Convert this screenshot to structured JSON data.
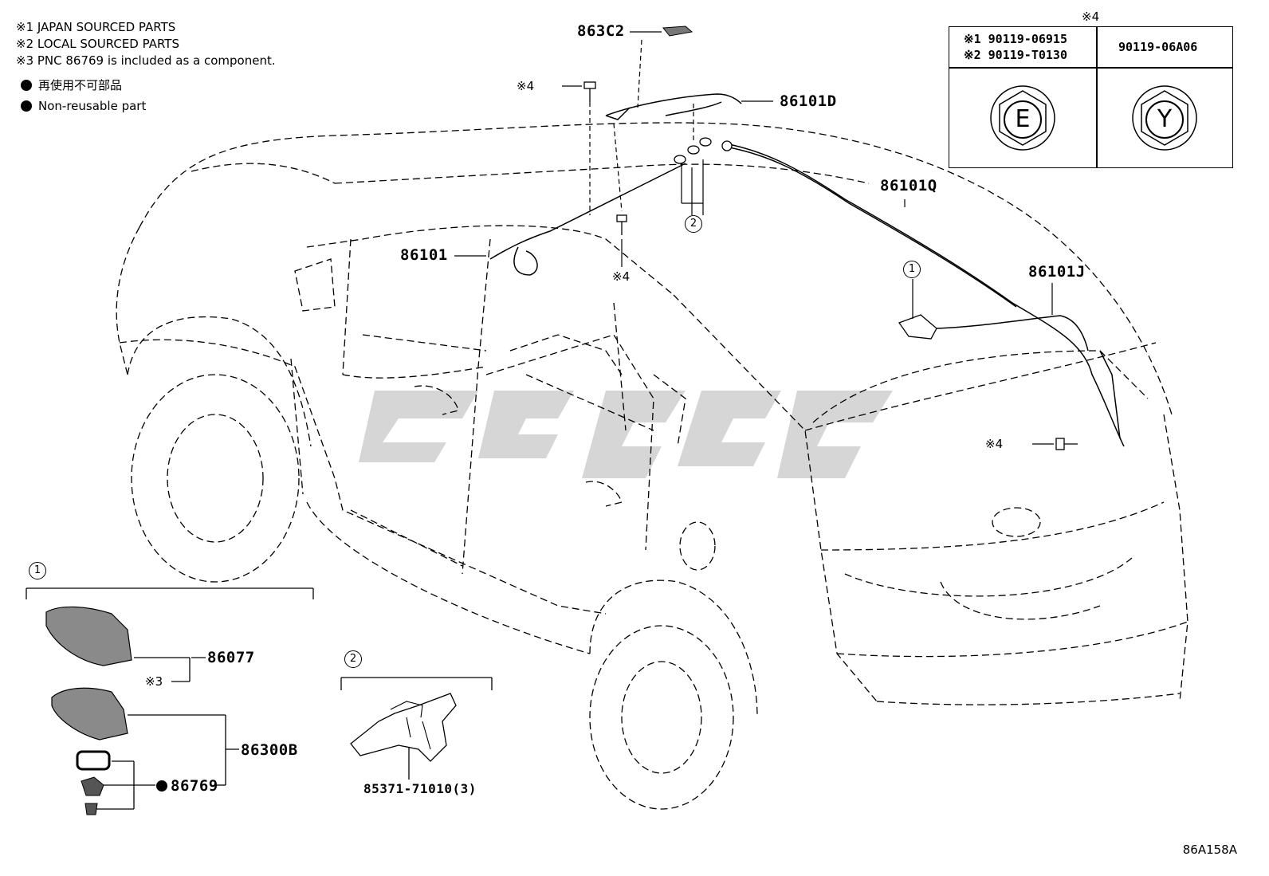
{
  "notes": [
    "※1 JAPAN SOURCED PARTS",
    "※2 LOCAL SOURCED PARTS",
    "※3 PNC 86769 is included as a component."
  ],
  "legend": [
    "再使用不可部品",
    "Non-reusable part"
  ],
  "bolt_table": {
    "ref": "※4",
    "left_header": [
      "※1 90119-06915",
      "※2 90119-T0130"
    ],
    "right_header": "90119-06A06",
    "left_mark": "E",
    "right_mark": "Y"
  },
  "parts": {
    "p863C2": "863C2",
    "p86101D": "86101D",
    "p86101Q": "86101Q",
    "p86101J": "86101J",
    "p86101": "86101",
    "p86077": "86077",
    "p86300B": "86300B",
    "p86769": "86769",
    "p85371": "85371-71010(3)"
  },
  "refs": {
    "r4_top": "※4",
    "r4_mid": "※4",
    "r4_right": "※4",
    "r3": "※3"
  },
  "circles": {
    "c1_inset": "1",
    "c2_inset": "2",
    "c1_roof": "1",
    "c2_roof": "2"
  },
  "diagram_code": "86A158A",
  "watermark_color": "#c8c8c8"
}
